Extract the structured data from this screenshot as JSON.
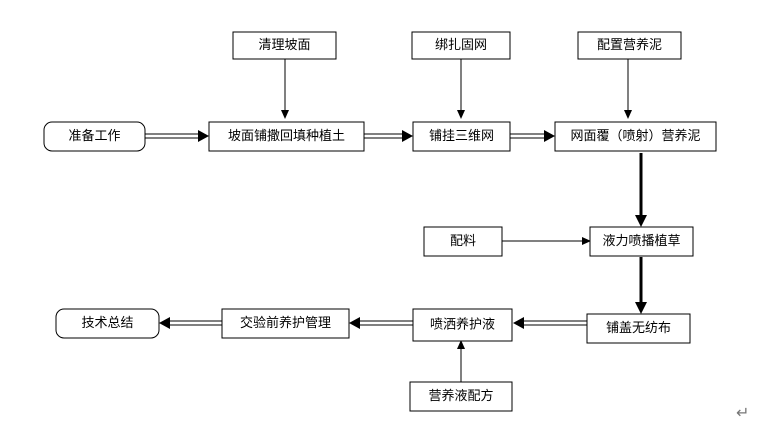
{
  "nodes": {
    "clean_slope": "清理坡面",
    "bind_net": "绑扎固网",
    "mix_mud": "配置营养泥",
    "prep": "准备工作",
    "spread_soil": "坡面铺撒回填种植土",
    "hang_net": "铺挂三维网",
    "cover_mud": "网面覆（喷射）营养泥",
    "ingredients": "配料",
    "spray_seed": "液力喷播植草",
    "cover_cloth": "铺盖无纺布",
    "spray_liquid": "喷洒养护液",
    "maintenance": "交验前养护管理",
    "summary": "技术总结",
    "formula": "营养液配方"
  },
  "return_mark": "↵"
}
